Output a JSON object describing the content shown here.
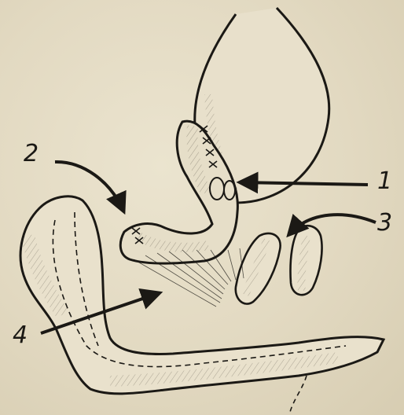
{
  "figure": {
    "labels": [
      {
        "id": "1",
        "text": "1"
      },
      {
        "id": "2",
        "text": "2"
      },
      {
        "id": "3",
        "text": "3"
      },
      {
        "id": "4",
        "text": "4"
      }
    ]
  },
  "colors": {
    "paper": "#e4dcc6",
    "ink": "#1b1915"
  }
}
